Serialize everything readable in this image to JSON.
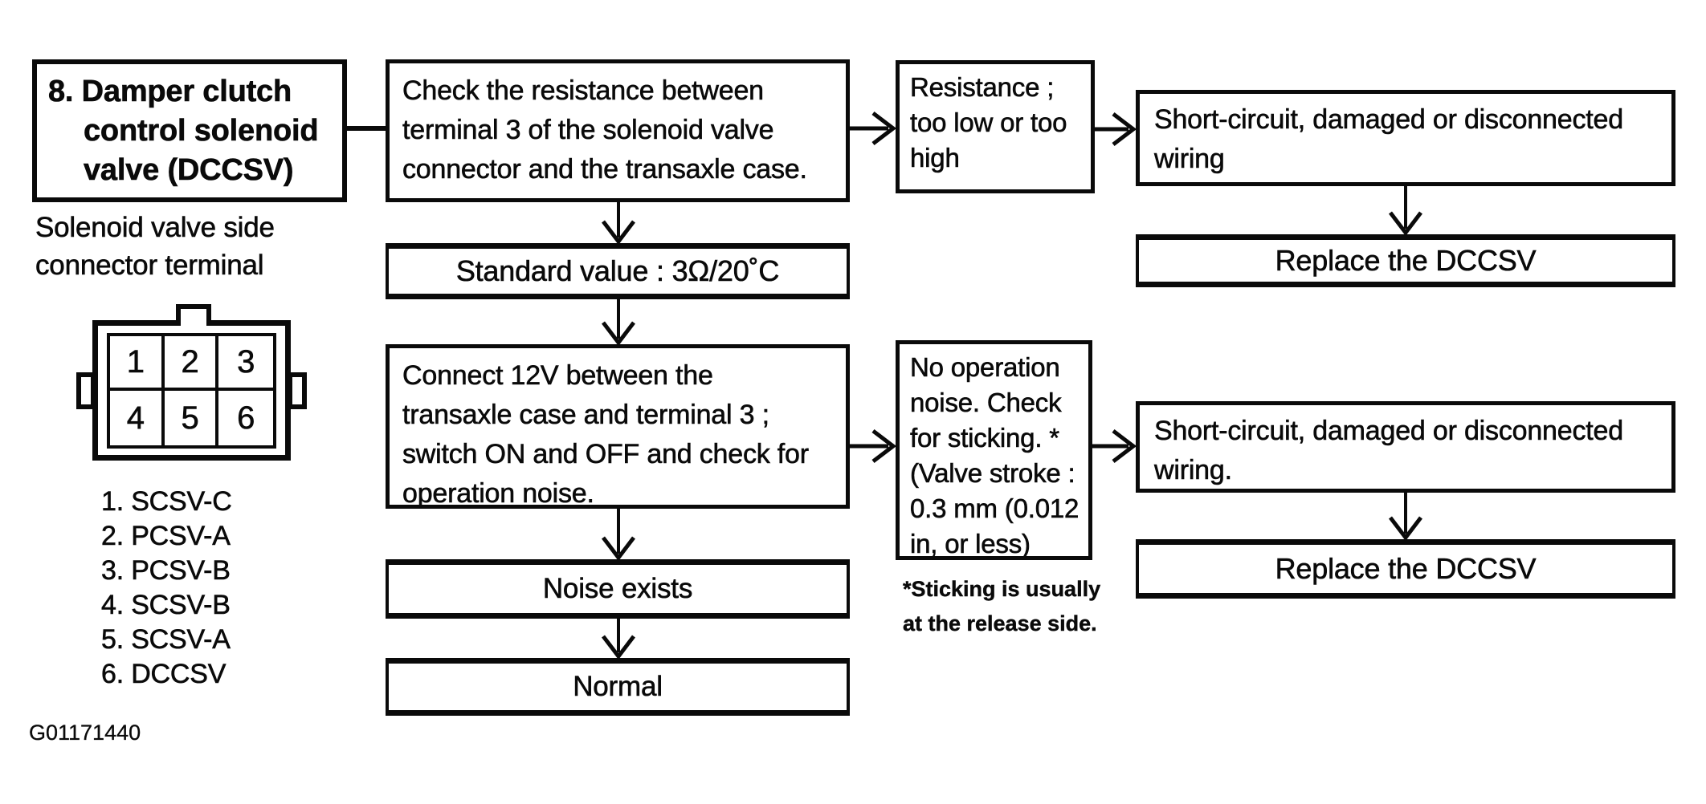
{
  "colors": {
    "ink": "#0a0a0a",
    "paper": "#ffffff"
  },
  "step_box": {
    "lines": [
      "8. Damper clutch",
      "control solenoid",
      "valve (DCCSV)"
    ]
  },
  "connector": {
    "caption": "Solenoid valve side\nconnector terminal",
    "terminals": [
      "1",
      "2",
      "3",
      "4",
      "5",
      "6"
    ],
    "legend": [
      "1. SCSV-C",
      "2. PCSV-A",
      "3. PCSV-B",
      "4. SCSV-B",
      "5. SCSV-A",
      "6. DCCSV"
    ]
  },
  "flowchart": {
    "check_resistance": "Check the resistance between\nterminal 3 of the solenoid valve\nconnector and the transaxle case.",
    "resistance_abnormal": "Resistance ;\ntoo low or too\nhigh",
    "short_circuit_wiring_1": "Short-circuit, damaged or disconnected\nwiring",
    "replace_dccsv_1": "Replace the DCCSV",
    "standard_value": "Standard value : 3Ω/20˚C",
    "connect_12v": "Connect 12V between the\ntransaxle case and terminal 3 ;\nswitch ON and OFF and check for\noperation noise.",
    "no_operation_noise": "No operation\nnoise. Check\nfor sticking. *\n(Valve stroke :\n0.3 mm (0.012\nin, or less)",
    "short_circuit_wiring_2": "Short-circuit, damaged or disconnected\nwiring.",
    "replace_dccsv_2": "Replace the DCCSV",
    "noise_exists": "Noise exists",
    "normal": "Normal",
    "footnote": "*Sticking is usually\nat the release side."
  },
  "figure_id": "G01171440"
}
